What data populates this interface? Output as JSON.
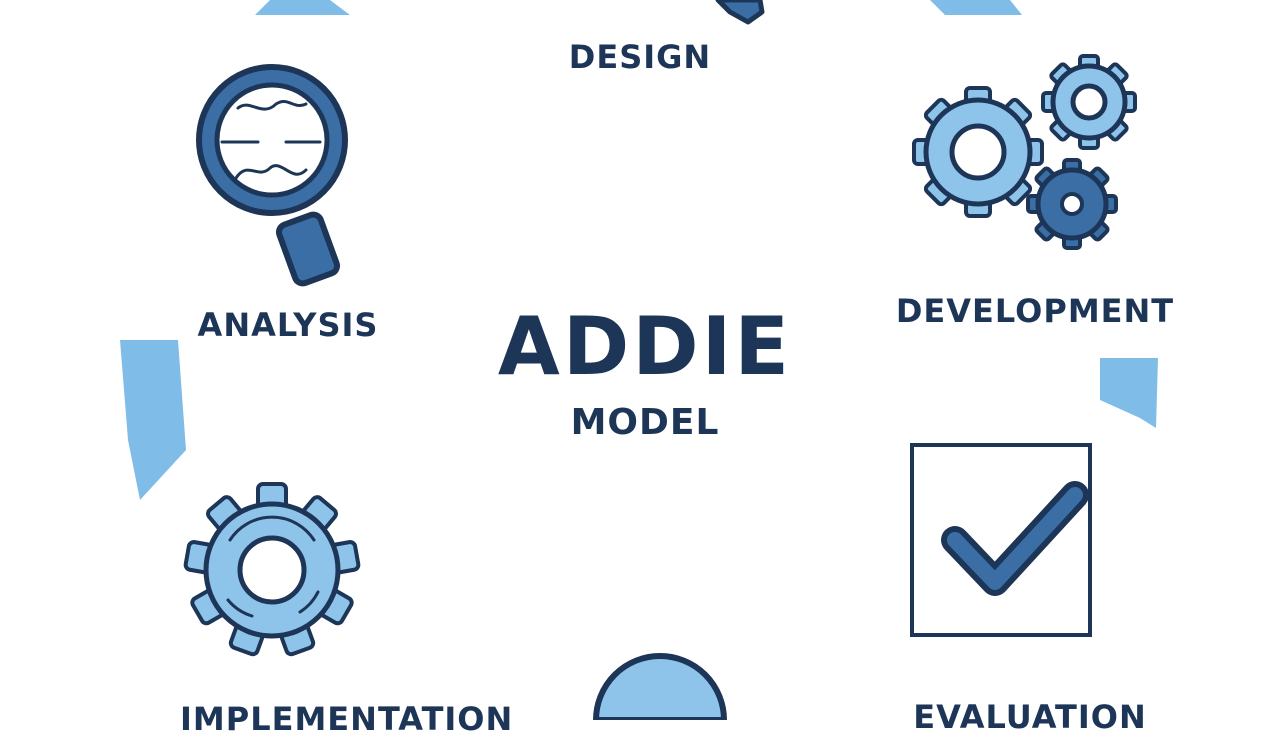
{
  "diagram": {
    "center_title": "ADDIE",
    "center_subtitle": "MODEL",
    "phases": {
      "design": "DESIGN",
      "analysis": "ANALYSIS",
      "development": "DEVELOPMENT",
      "evaluation": "EVALUATION",
      "implementation": "IMPLEMENTATION"
    },
    "colors": {
      "dark": "#1d3557",
      "mid": "#3a6ea5",
      "light": "#8ec3ea",
      "arc": "#7fbde8"
    },
    "icons": [
      "magnifier-icon",
      "gears-icon",
      "gear-icon",
      "checkmark-box-icon",
      "pencil-icon",
      "globe-icon"
    ]
  }
}
